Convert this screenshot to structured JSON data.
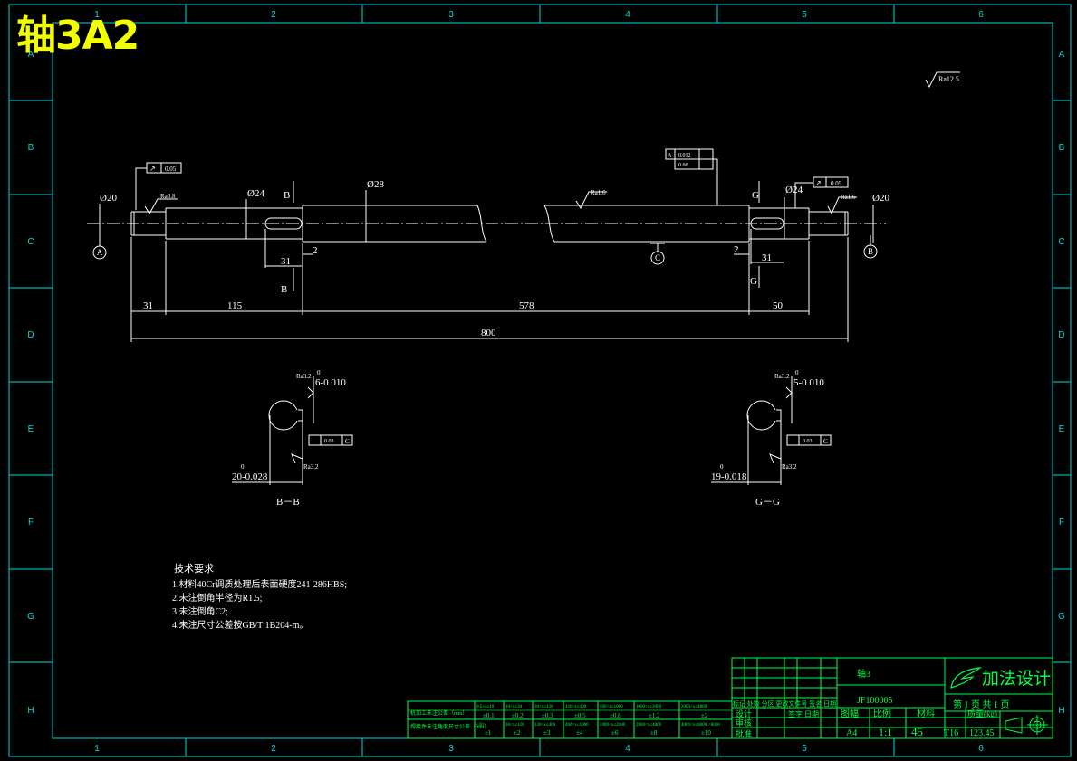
{
  "stamp": {
    "text": "轴3A2"
  },
  "frame": {
    "columns": [
      "1",
      "2",
      "3",
      "4",
      "5",
      "6"
    ],
    "rows": [
      "A",
      "B",
      "C",
      "D",
      "E",
      "F",
      "G",
      "H"
    ]
  },
  "surface_finish": {
    "global": "Ra12.5",
    "left": "Ra0.8",
    "right": "Ra1.6",
    "middle": "Ra1.6",
    "key_side": "Ra3.2"
  },
  "dimensions": {
    "d_left_end": "Ø20",
    "d_left_key": "Ø24",
    "d_body": "Ø28",
    "d_right_key": "Ø24",
    "d_right_end": "Ø20",
    "len_31": "31",
    "len_115": "115",
    "len_578": "578",
    "len_50": "50",
    "total": "800",
    "key_len_left": "31",
    "key_len_right": "31",
    "gap_left": "2",
    "gap_right": "2"
  },
  "tolerances": {
    "runout_left": "0.05",
    "runout_right": "0.05",
    "fcf_top_a": "0.012",
    "fcf_top_b": "0.06",
    "sym_b": "0.03",
    "sym_g": "0.03",
    "datum_c": "C"
  },
  "datums": {
    "a": "A",
    "b": "B",
    "c": "C"
  },
  "sections": {
    "left": {
      "name": "B－B",
      "width": "6-0.010",
      "depth": "20-0.028",
      "sup": "0"
    },
    "right": {
      "name": "G－G",
      "width": "5-0.010",
      "depth": "19-0.018",
      "sup": "0"
    }
  },
  "cut_marks": {
    "b": "B",
    "g": "G"
  },
  "notes": {
    "title": "技术要求",
    "items": [
      "1.材料40Cr调质处理后表面硬度241-286HBS;",
      "2.未注倒角半径为R1.5;",
      "3.未注倒角C2;",
      "4.未注尺寸公差按GB/T 1B204-m。"
    ]
  },
  "title_block": {
    "part_name": "轴3",
    "drawing_no": "JF100005",
    "company": "加法设计",
    "sheet_info": "第 1 页  共 1 页",
    "size_label": "图幅",
    "scale_label": "比例",
    "material_label": "材料",
    "mass_label": "质量(kg)",
    "size": "A4",
    "scale": "1:1",
    "material": "45",
    "material_code": "T16",
    "mass": "123.45",
    "rev_head": "标记 处数  分区  更改文件号  签名  日期",
    "design": "设计",
    "check": "审核",
    "approve": "批准",
    "sign_date": "签字 日期"
  },
  "tol_table": {
    "row1_label": "机加工未注公差（mm）",
    "row2_label": "焊接件未注角度尺寸公差（mm）",
    "ranges": [
      "0.5≤x≤10",
      "10<x≤30",
      "30<x≤120",
      "120<x≤400",
      "400<x≤1000",
      "1000<x≤2000",
      "2000<x≤4000"
    ],
    "row1_vals": [
      "±0.1",
      "±0.2",
      "±0.3",
      "±0.5",
      "±0.8",
      "±1.2",
      "±2"
    ],
    "row2_ranges": [
      "≤30",
      "30<x≤120",
      "120<x≤400",
      "400<x≤1000",
      "1000<x≤2000",
      "2000<x≤4000",
      "4000<x≤8000",
      ">8000"
    ],
    "row2_vals": [
      "±1",
      "±2",
      "±3",
      "±4",
      "±6",
      "±8",
      "±10"
    ]
  }
}
